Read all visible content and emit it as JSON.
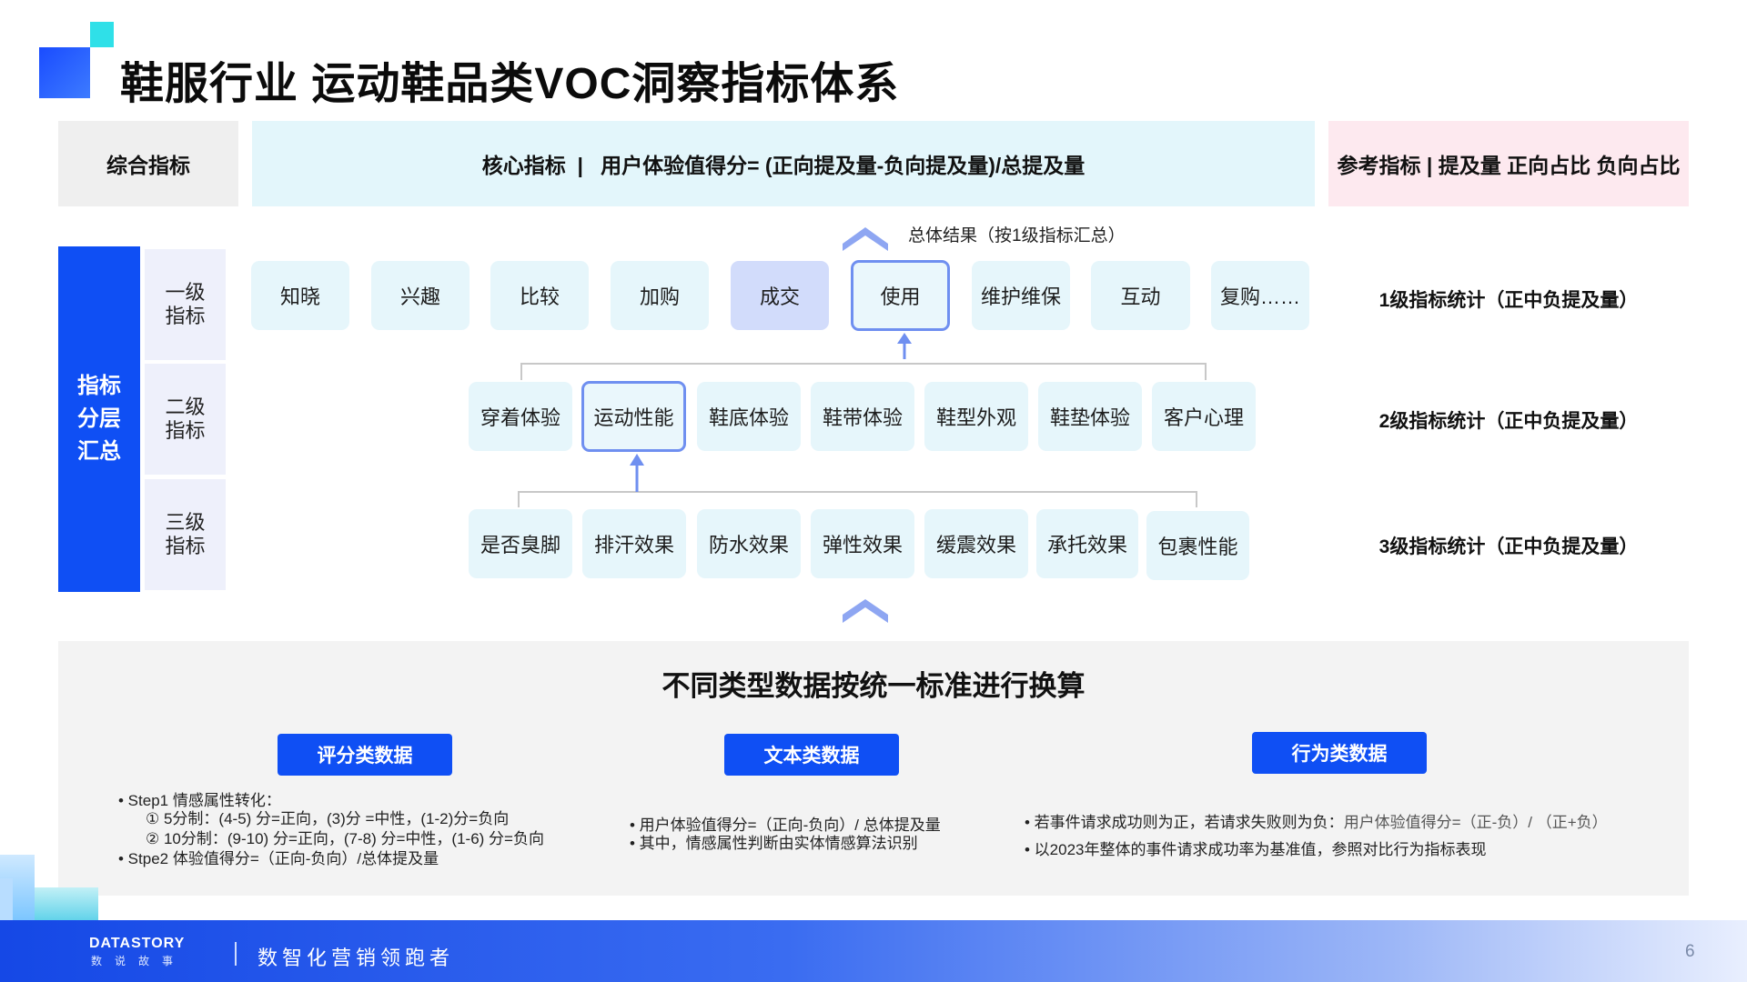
{
  "title": "鞋服行业 运动鞋品类VOC洞察指标体系",
  "header": {
    "left": "综合指标",
    "middle": "核心指标  |   用户体验值得分= (正向提及量-负向提及量)/总提及量",
    "right": "参考指标 | 提及量  正向占比 负向占比"
  },
  "hierarchy": {
    "main_label": "指标\n分层\n汇总",
    "levels": [
      "一级\n指标",
      "二级\n指标",
      "三级\n指标"
    ]
  },
  "summary_label": "总体结果（按1级指标汇总）",
  "level1": [
    "知晓",
    "兴趣",
    "比较",
    "加购",
    "成交",
    "使用",
    "维护维保",
    "互动",
    "复购……"
  ],
  "level2": [
    "穿着体验",
    "运动性能",
    "鞋底体验",
    "鞋带体验",
    "鞋型外观",
    "鞋垫体验",
    "客户心理"
  ],
  "level3": [
    "是否臭脚",
    "排汗效果",
    "防水效果",
    "弹性效果",
    "缓震效果",
    "承托效果",
    "包裹性能"
  ],
  "stats": [
    "1级指标统计（正中负提及量）",
    "2级指标统计（正中负提及量）",
    "3级指标统计（正中负提及量）"
  ],
  "bottom": {
    "title": "不同类型数据按统一标准进行换算",
    "score": {
      "label": "评分类数据",
      "lines": [
        "•   Step1 情感属性转化：",
        "①    5分制：(4-5) 分=正向，(3)分 =中性，(1-2)分=负向",
        "②    10分制：(9-10) 分=正向，(7-8) 分=中性，(1-6) 分=负向",
        "•   Stpe2  体验值得分=（正向-负向）/总体提及量"
      ]
    },
    "text": {
      "label": "文本类数据",
      "lines": [
        "•    用户体验值得分=（正向-负向）/ 总体提及量",
        "•     其中，情感属性判断由实体情感算法识别"
      ]
    },
    "behavior": {
      "label": "行为类数据",
      "line1_main": "•    若事件请求成功则为正，若请求失败则为负：",
      "line1_sub": "用户体验值得分=（正-负）/ （正+负）",
      "line2": "•    以2023年整体的事件请求成功率为基准值，参照对比行为指标表现"
    }
  },
  "footer": {
    "logo": "DATASTORY",
    "logo_sub": "数说故事",
    "slogan": "数智化营销领跑者",
    "page": "6"
  },
  "colors": {
    "primary_blue": "#0f4ff4",
    "core_bg": "#e3f6fb",
    "reference_bg": "#fde9ef",
    "node_bg": "#e6f6fb",
    "node_highlight_border": "#6f8ff0",
    "connector": "#c8c8c8",
    "arrow": "#6f8ff0"
  }
}
